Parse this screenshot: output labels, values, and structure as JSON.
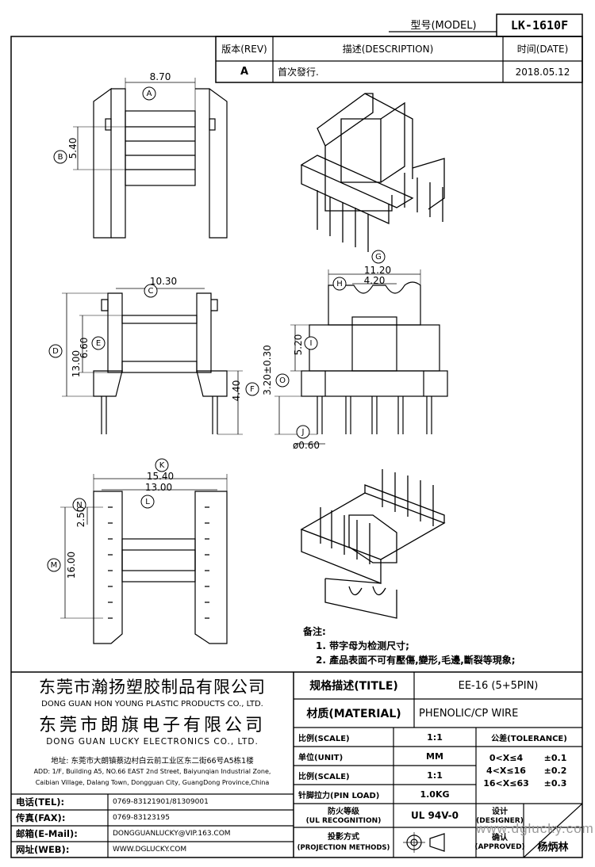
{
  "header": {
    "model_label": "型号(MODEL)",
    "model_value": "LK-1610F"
  },
  "rev_table": {
    "col_rev": "版本(REV)",
    "col_desc": "描述(DESCRIPTION)",
    "col_date": "时间(DATE)",
    "rev": "A",
    "desc": "首次發行.",
    "date": "2018.05.12"
  },
  "dimensions": {
    "A": "8.70",
    "B": "5.40",
    "C": "10.30",
    "D": "13.00",
    "E": "6.60",
    "F": "4.40",
    "G": "11.20",
    "H": "4.20",
    "I": "5.20",
    "O": "3.20±0.30",
    "J": "ø0.60",
    "K": "15.40",
    "L": "13.00",
    "N": "2.50",
    "M": "16.00"
  },
  "dim_letters": [
    "A",
    "B",
    "C",
    "D",
    "E",
    "F",
    "G",
    "H",
    "I",
    "O",
    "J",
    "K",
    "L",
    "N",
    "M"
  ],
  "notes": {
    "title": "备注:",
    "line1": "1. 带字母为检测尺寸;",
    "line2": "2. 產品表面不可有壓傷,變形,毛邊,斷裂等現象;"
  },
  "company": {
    "name1_cn": "东莞市瀚扬塑胶制品有限公司",
    "name1_en": "DONG GUAN HON YOUNG PLASTIC PRODUCTS CO., LTD.",
    "name2_cn": "东莞市朗旗电子有限公司",
    "name2_en": "DONG GUAN LUCKY ELECTRONICS CO., LTD.",
    "address_cn": "地址: 东莞市大朗镇蔡边村白云前工业区东二街66号A5栋1楼",
    "address_en1": "ADD: 1/F, Building A5, NO.66 EAST 2nd Street, Baiyunqian Industrial Zone,",
    "address_en2": "Caibian Village, Dalang Town, Dongguan City, GuangDong Province,China"
  },
  "contact": {
    "tel_label": "电话(TEL):",
    "tel_value": "0769-83121901/81309001",
    "fax_label": "传真(FAX):",
    "fax_value": "0769-83123195",
    "email_label": "邮箱(E-Mail):",
    "email_value": "DONGGUANLUCKY@VIP.163.COM",
    "web_label": "网址(WEB):",
    "web_value": "WWW.DGLUCKY.COM"
  },
  "spec": {
    "title_label": "规格描述(TITLE)",
    "title_value": "EE-16 (5+5PIN)",
    "material_label": "材质(MATERIAL)",
    "material_value": "PHENOLIC/CP WIRE",
    "scale_label": "比例(SCALE)",
    "scale_value": "1:1",
    "unit_label": "单位(UNIT)",
    "unit_value": "MM",
    "scale2_label": "比例(SCALE)",
    "scale2_value": "1:1",
    "pinload_label": "针脚拉力(PIN LOAD)",
    "pinload_value": "1.0KG",
    "ul_label1": "防火等级",
    "ul_label2": "(UL RECOGNITION)",
    "ul_value": "UL 94V-0",
    "proj_label1": "投影方式",
    "proj_label2": "(PROJECTION METHODS)",
    "tolerance_label": "公差(TOLERANCE)",
    "tol1_range": "0<X≤4",
    "tol1_value": "±0.1",
    "tol2_range": "4<X≤16",
    "tol2_value": "±0.2",
    "tol3_range": "16<X≤63",
    "tol3_value": "±0.3",
    "designer_label1": "设计",
    "designer_label2": "(DESIGNER)",
    "approved_label1": "确认",
    "approved_label2": "(APPROVED)",
    "approved_value": "杨炳林"
  },
  "watermark": "www.dglucky.com"
}
